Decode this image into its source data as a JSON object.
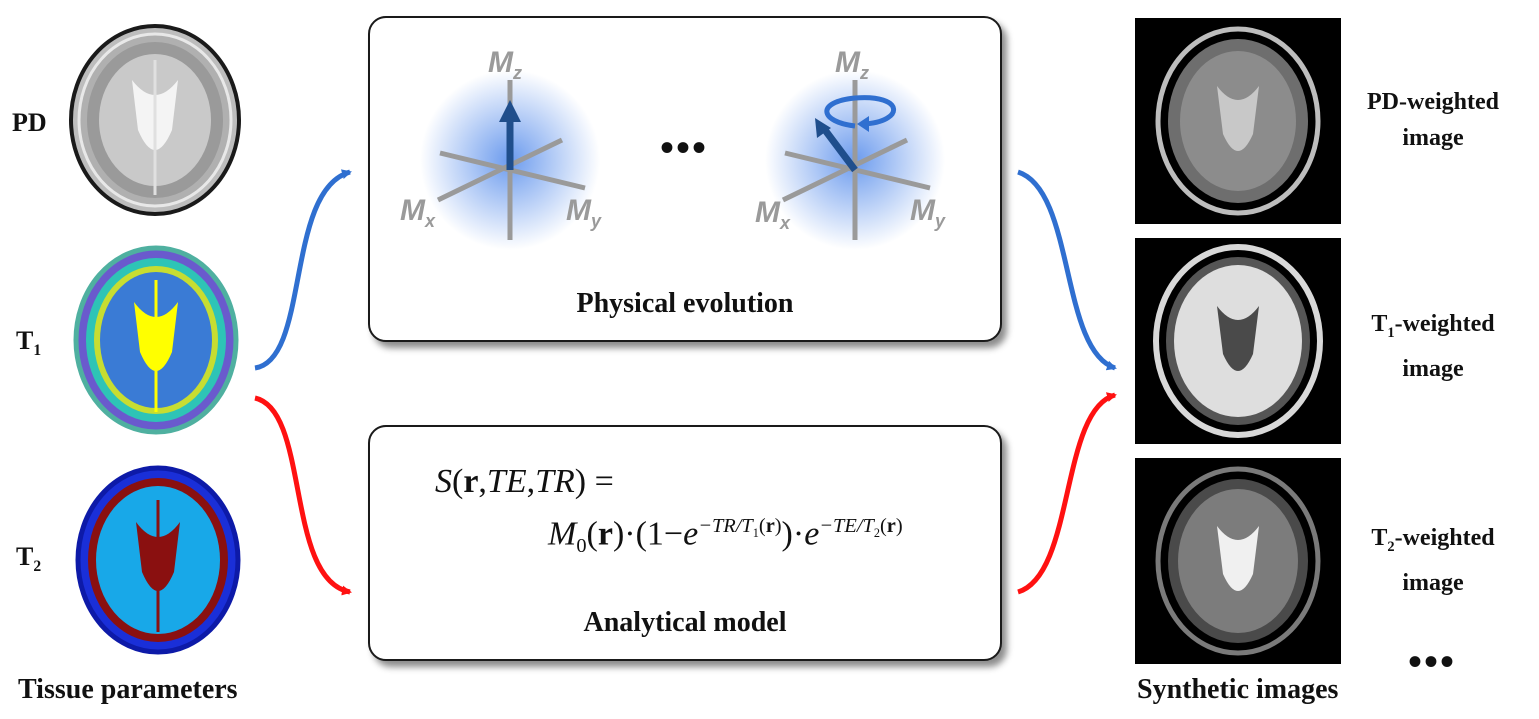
{
  "tissue": {
    "caption": "Tissue parameters",
    "labels": {
      "pd": "PD",
      "t1": "T",
      "t1_sub": "1",
      "t2": "T",
      "t2_sub": "2"
    }
  },
  "physical": {
    "title": "Physical evolution",
    "axis_x": "M",
    "axis_x_sub": "x",
    "axis_y": "M",
    "axis_y_sub": "y",
    "axis_z": "M",
    "axis_z_sub": "z",
    "ellipsis": "•••"
  },
  "analytical": {
    "title": "Analytical model",
    "line1": {
      "S": "S",
      "r": "r",
      "TE": "TE",
      "TR": "TR",
      "eq": "="
    },
    "line2": {
      "M": "M",
      "M_sub": "0",
      "r": "r",
      "one": "1",
      "e": "e",
      "exp1": "−TR/T",
      "exp1_sub": "1",
      "exp2": "−TE/T",
      "exp2_sub": "2"
    }
  },
  "synthetic": {
    "caption": "Synthetic images",
    "pd_label_1": "PD-weighted",
    "pd_label_2": "image",
    "t1_label_1": "T",
    "t1_label_sub": "1",
    "t1_label_rest": "-weighted",
    "t1_label_2": "image",
    "t2_label_1": "T",
    "t2_label_sub": "2",
    "t2_label_rest": "-weighted",
    "t2_label_2": "image",
    "ellipsis": "•••"
  },
  "colors": {
    "blue_arrow": "#2f6fd0",
    "red_arrow": "#ff1111",
    "vector": "#1f4e8c",
    "axis": "#9a9a9a"
  }
}
